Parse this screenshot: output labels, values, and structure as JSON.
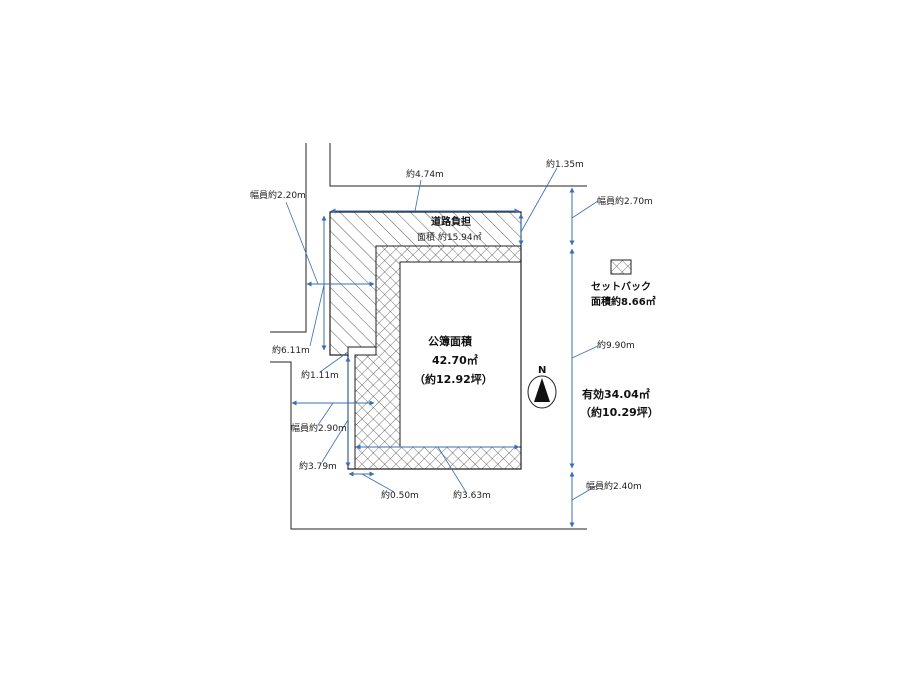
{
  "road_burden": {
    "title": "道路負担",
    "area": "面積 約15.94㎡"
  },
  "setback_legend": {
    "title": "セットバック",
    "area": "面積約8.66㎡"
  },
  "registered_area": {
    "title": "公簿面積",
    "sqm": "42.70㎡",
    "tsubo": "（約12.92坪）"
  },
  "effective_area": {
    "sqm": "有効34.04㎡",
    "tsubo": "（約10.29坪）"
  },
  "compass": {
    "label": "N"
  },
  "dimensions": {
    "top_width": "約4.74m",
    "top_right": "約1.35m",
    "road_width_top_left": "幅員約2.20m",
    "road_width_top_right": "幅員約2.70m",
    "left_depth": "約6.11m",
    "left_step": "約1.11m",
    "right_depth": "約9.90m",
    "road_width_left": "幅員約2.90m",
    "lower_left": "約3.79m",
    "bottom_step": "約0.50m",
    "bottom_width": "約3.63m",
    "road_width_bottom_right": "幅員約2.40m"
  },
  "colors": {
    "dimension": "#3a6fb5",
    "line": "#222222"
  }
}
